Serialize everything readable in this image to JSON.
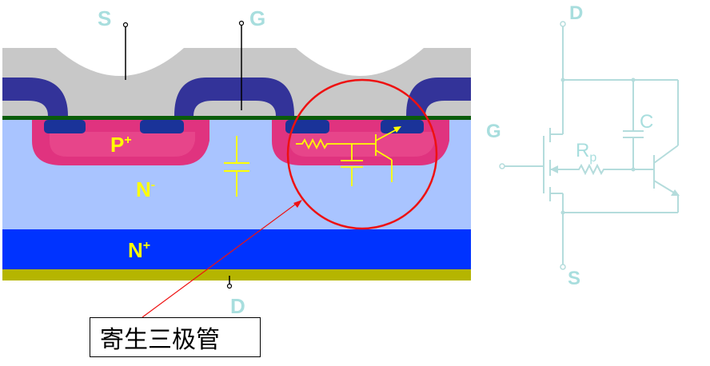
{
  "cross_section": {
    "source_label": "S",
    "gate_label": "G",
    "drain_label": "D",
    "p_region_label": "P",
    "p_region_sup": "+",
    "n_drift_label": "N",
    "n_drift_sup": "-",
    "n_substrate_label": "N",
    "n_substrate_sup": "+"
  },
  "callout": {
    "text": "寄生三极管"
  },
  "equivalent_circuit": {
    "drain_label": "D",
    "gate_label": "G",
    "source_label": "S",
    "capacitor_label": "C",
    "resistor_label": "R",
    "resistor_sub": "p"
  },
  "colors": {
    "metal_gray": "#c8c8c8",
    "gate_poly": "#333399",
    "n_minus": "#a9c4ff",
    "p_plus": "#e0337f",
    "n_plus_source": "#1a3399",
    "n_plus_substrate": "#0033ff",
    "drain_metal": "#b5b500",
    "gate_oxide": "#0a5c0a",
    "label_cyan": "#a8dede",
    "label_yellow": "#ffff00",
    "circle_red": "#ee1111",
    "circuit_line": "#b4dcdc"
  }
}
